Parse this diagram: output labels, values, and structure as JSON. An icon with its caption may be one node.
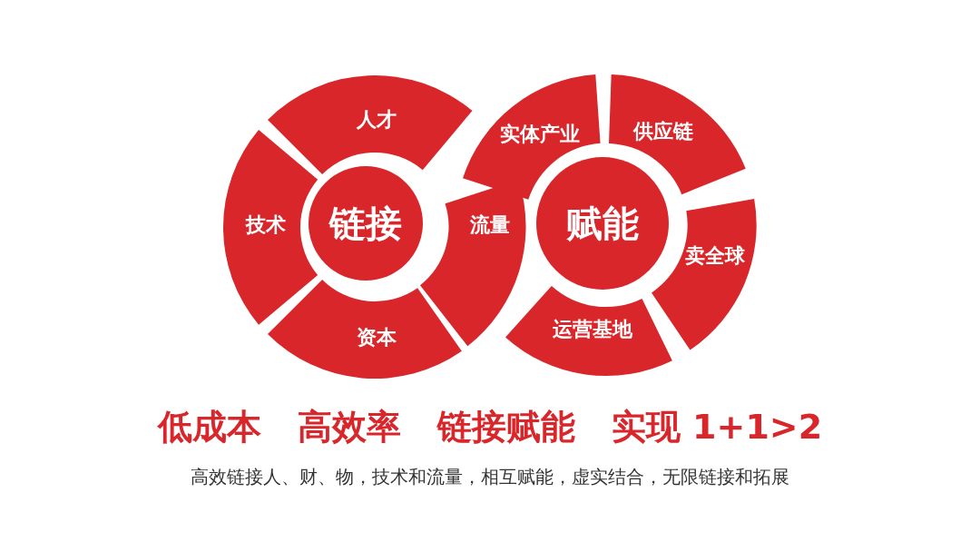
{
  "diagram": {
    "caption": "高效链接人、财、物，技术和流量，相互赋能，虚实结合，无限链接和拓展",
    "nodes": [
      {
        "text": [
          "链接"
        ]
      },
      {
        "text": [
          "人才"
        ]
      },
      {
        "text": [
          "技术"
        ]
      },
      {
        "text": [
          "资本"
        ]
      },
      {
        "text": [
          "流量"
        ]
      },
      {
        "text": [
          "赋能"
        ]
      },
      {
        "text": [
          "实体产业"
        ]
      },
      {
        "text": [
          "供应链"
        ]
      },
      {
        "text": [
          "卖全球"
        ]
      },
      {
        "text": [
          "运营基地"
        ]
      }
    ],
    "labels": [
      "低成本",
      "高效率",
      "链接赋能",
      "实现 1+1>2"
    ]
  }
}
